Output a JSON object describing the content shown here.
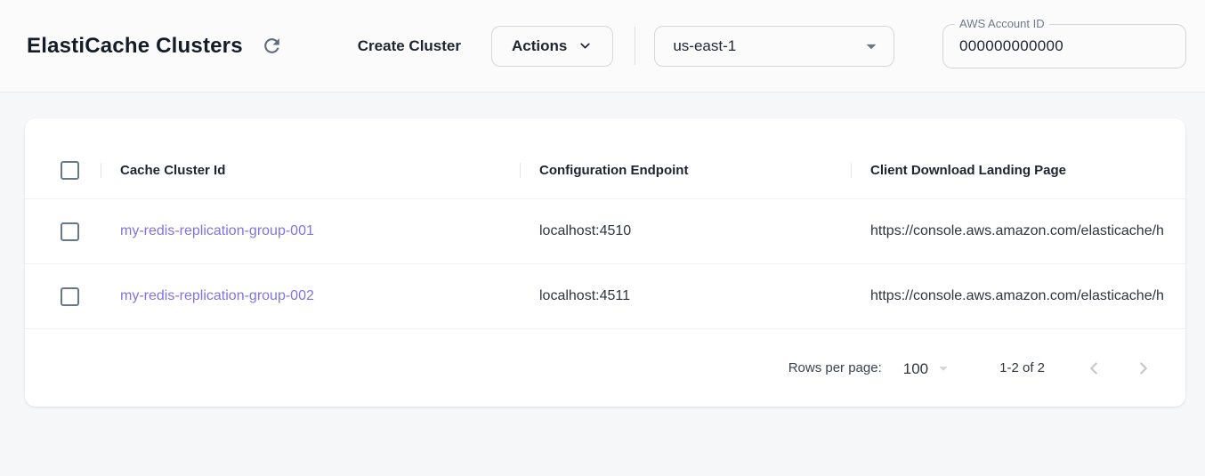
{
  "header": {
    "title": "ElastiCache Clusters",
    "create_cluster_label": "Create Cluster",
    "actions_label": "Actions",
    "region_selected": "us-east-1",
    "account_id_label": "AWS Account ID",
    "account_id_value": "000000000000"
  },
  "icons": {
    "refresh": "refresh-icon",
    "actions_caret": "chevron-down-icon",
    "region_caret": "arrow-dropdown-icon",
    "rows_per_page_caret": "arrow-dropdown-icon",
    "prev_page": "chevron-left-icon",
    "next_page": "chevron-right-icon"
  },
  "table": {
    "columns": [
      "Cache Cluster Id",
      "Configuration Endpoint",
      "Client Download Landing Page"
    ],
    "rows": [
      {
        "cache_cluster_id": "my-redis-replication-group-001",
        "configuration_endpoint": "localhost:4510",
        "client_download_landing_page": "https://console.aws.amazon.com/elasticache/h"
      },
      {
        "cache_cluster_id": "my-redis-replication-group-002",
        "configuration_endpoint": "localhost:4511",
        "client_download_landing_page": "https://console.aws.amazon.com/elasticache/h"
      }
    ]
  },
  "pagination": {
    "rows_per_page_label": "Rows per page:",
    "rows_per_page_value": "100",
    "range_label": "1-2 of 2"
  },
  "colors": {
    "link_purple": "#8174e2",
    "icon_slate": "#5f6b7a",
    "topbar_background": "#fbfbfc",
    "page_background": "#f6f7f9",
    "border_gray": "#d5d8dd"
  }
}
